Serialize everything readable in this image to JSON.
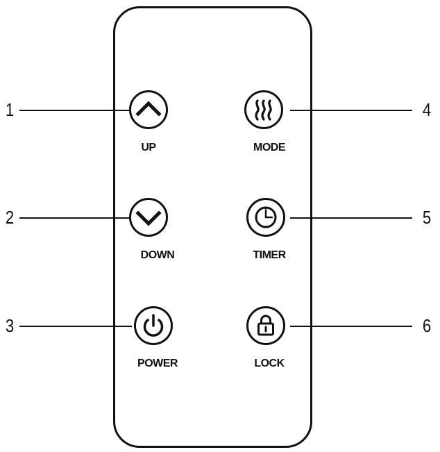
{
  "colors": {
    "ink": "#111111",
    "background": "#ffffff"
  },
  "buttons": [
    {
      "number": "1",
      "label": "UP",
      "icon": "chevron-up-icon"
    },
    {
      "number": "2",
      "label": "DOWN",
      "icon": "chevron-down-icon"
    },
    {
      "number": "3",
      "label": "POWER",
      "icon": "power-icon"
    },
    {
      "number": "4",
      "label": "MODE",
      "icon": "heat-waves-icon"
    },
    {
      "number": "5",
      "label": "TIMER",
      "icon": "clock-icon"
    },
    {
      "number": "6",
      "label": "LOCK",
      "icon": "lock-icon"
    }
  ]
}
